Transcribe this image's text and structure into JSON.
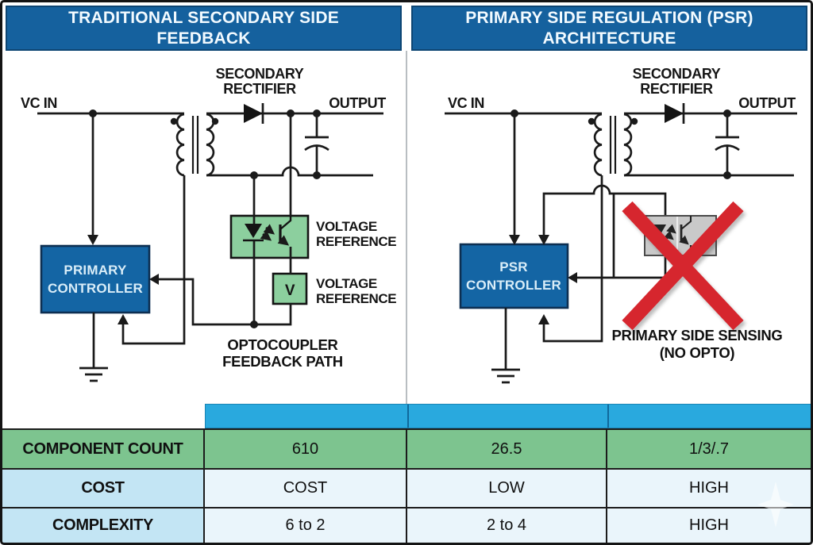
{
  "colors": {
    "header_blue": "#15619e",
    "header_border": "#0d4573",
    "controller_blue": "#1465a4",
    "controller_text": "#d9edf8",
    "opto_green": "#8ccf9e",
    "table_green": "#7dc48f",
    "cyan_bar": "#29a9de",
    "label_blue": "#c3e5f4",
    "value_blue": "#eaf5fb",
    "cross_red": "#d6262e",
    "wire_black": "#1a1a1a",
    "opto_gray": "#c9c9c9"
  },
  "left_panel": {
    "title_line1": "TRADITIONAL SECONDARY SIDE",
    "title_line2": "FEEDBACK",
    "vc_in": "VC IN",
    "secondary_rectifier_line1": "SECONDARY",
    "secondary_rectifier_line2": "RECTIFIER",
    "output": "OUTPUT",
    "controller_line1": "PRIMARY",
    "controller_line2": "CONTROLLER",
    "opto_label_line1": "VOLTAGE",
    "opto_label_line2": "REFERENCE",
    "vref_symbol": "V",
    "vref_label_line1": "VOLTAGE",
    "vref_label_line2": "REFERENCE",
    "caption_line1": "OPTOCOUPLER",
    "caption_line2": "FEEDBACK PATH"
  },
  "right_panel": {
    "title_line1": "PRIMARY SIDE REGULATION (PSR)",
    "title_line2": "ARCHITECTURE",
    "vc_in": "VC IN",
    "secondary_rectifier_line1": "SECONDARY",
    "secondary_rectifier_line2": "RECTIFIER",
    "output": "OUTPUT",
    "controller_line1": "PSR",
    "controller_line2": "CONTROLLER",
    "caption_line1": "PRIMARY SIDE SENSING",
    "caption_line2": "(NO OPTO)"
  },
  "comparison_table": {
    "rows": [
      {
        "label": "COMPONENT COUNT",
        "col1": "610",
        "col2": "26.5",
        "col3": "1/3/.7"
      },
      {
        "label": "COST",
        "col1": "COST",
        "col2": "LOW",
        "col3": "HIGH"
      },
      {
        "label": "COMPLEXITY",
        "col1": "6 to 2",
        "col2": "2 to 4",
        "col3": "HIGH"
      }
    ]
  }
}
